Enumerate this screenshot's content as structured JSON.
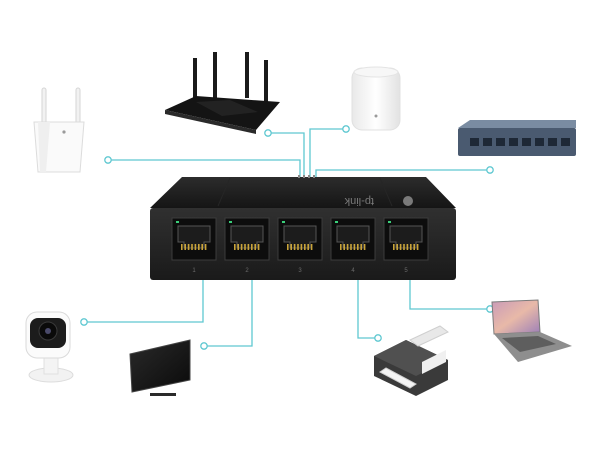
{
  "colors": {
    "background": "#ffffff",
    "connector_line": "#5fc8d1",
    "switch_body": "#2a2a2a",
    "switch_top": "#1e1e1e",
    "port_led": "#3ad07a"
  },
  "switch": {
    "brand": "tp-link",
    "port_count": 5,
    "port_numbers": [
      "1",
      "2",
      "3",
      "4",
      "5"
    ]
  },
  "devices": [
    {
      "icon": "range-extender-icon"
    },
    {
      "icon": "wifi-router-icon"
    },
    {
      "icon": "mesh-unit-icon"
    },
    {
      "icon": "rackmount-switch-icon"
    },
    {
      "icon": "security-camera-icon"
    },
    {
      "icon": "tv-icon"
    },
    {
      "icon": "printer-icon"
    },
    {
      "icon": "laptop-icon"
    }
  ]
}
